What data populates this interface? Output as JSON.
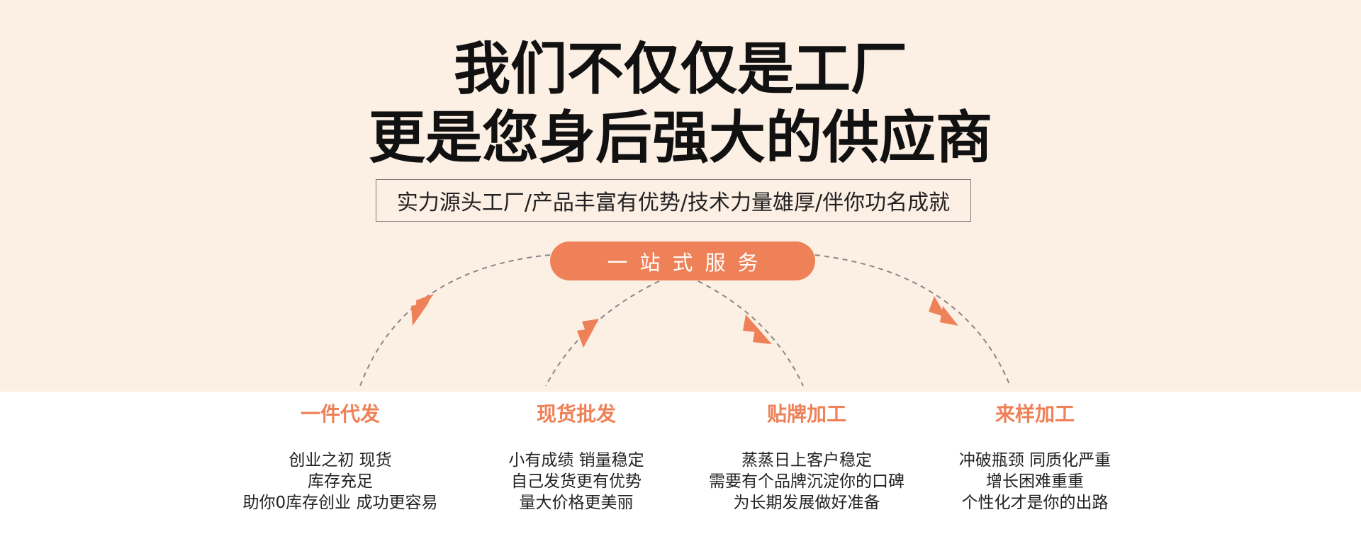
{
  "headline": {
    "line1": "我们不仅仅是工厂",
    "line2": "更是您身后强大的供应商"
  },
  "subtitle": "实力源头工厂/产品丰富有优势/技术力量雄厚/伴你功名成就",
  "center_badge": "一站式服务",
  "services": [
    {
      "title": "一件代发",
      "lines": [
        "创业之初 现货",
        "库存充足",
        "助你0库存创业 成功更容易"
      ]
    },
    {
      "title": "现货批发",
      "lines": [
        "小有成绩 销量稳定",
        "自己发货更有优势",
        "量大价格更美丽"
      ]
    },
    {
      "title": "贴牌加工",
      "lines": [
        "蒸蒸日上客户稳定",
        "需要有个品牌沉淀你的口碑",
        "为长期发展做好准备"
      ]
    },
    {
      "title": "来样加工",
      "lines": [
        "冲破瓶颈 同质化严重",
        "增长困难重重",
        "个性化才是你的出路"
      ]
    }
  ],
  "colors": {
    "accent": "#ee8157",
    "top_background": "#fcefe4",
    "headline": "#111111",
    "connector": "#888888"
  }
}
